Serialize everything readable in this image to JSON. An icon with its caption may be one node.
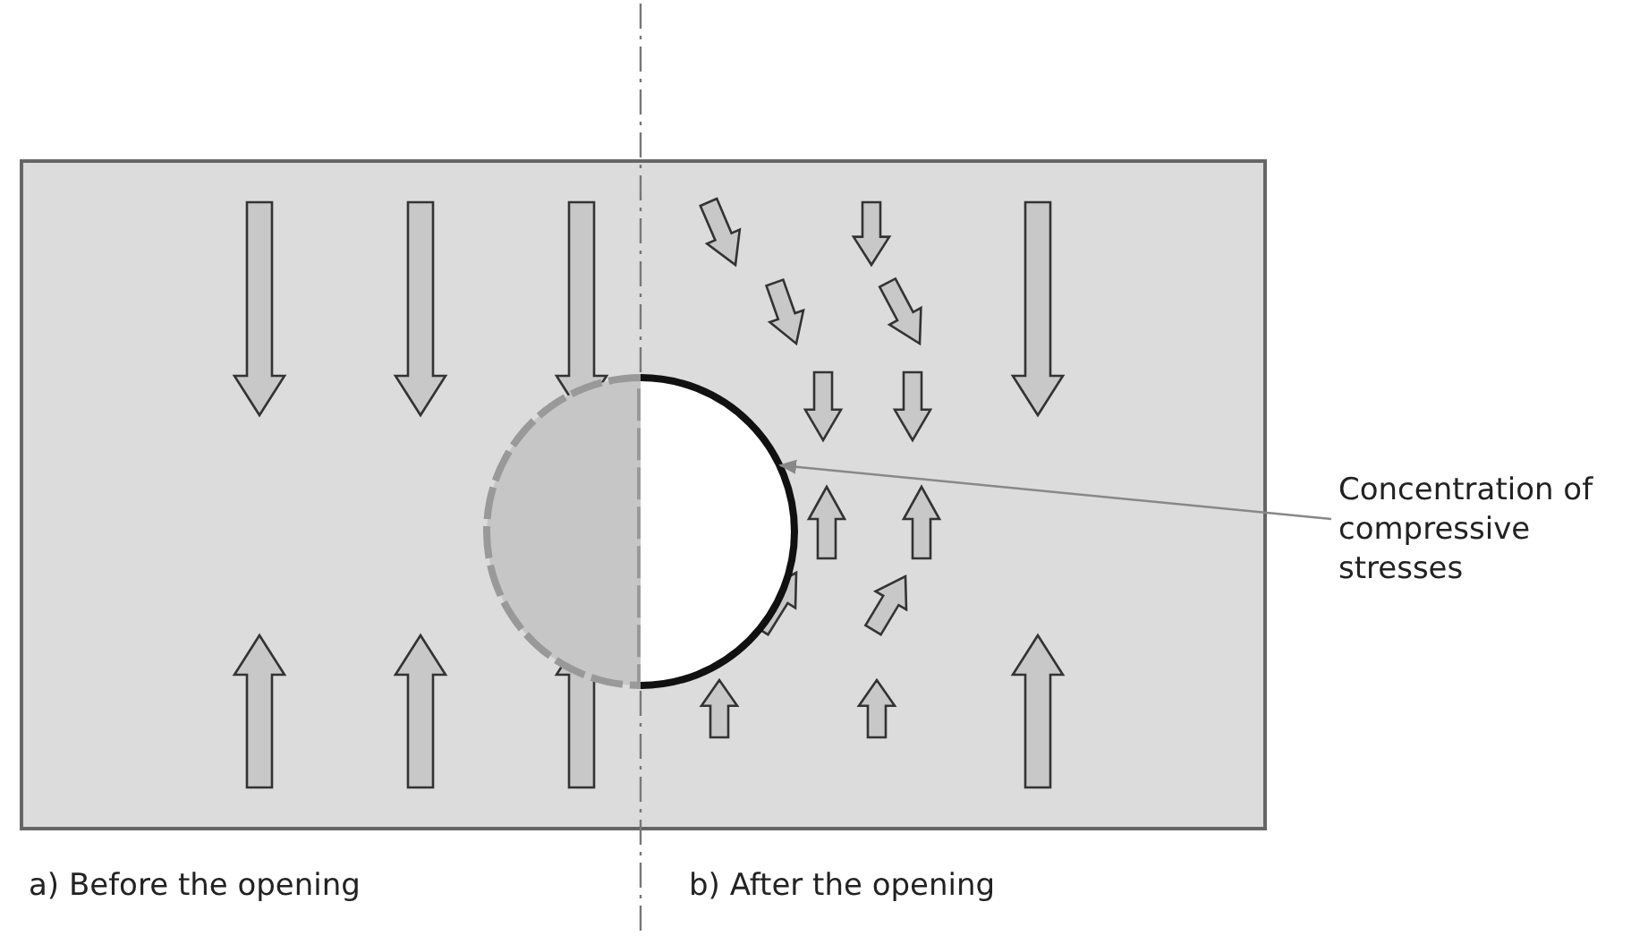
{
  "diagram": {
    "nodes": [
      {
        "text": [
          "Concentration of compressive stresses"
        ]
      },
      {
        "text": [],
        "shape": "circle"
      }
    ],
    "edges": [
      {
        "from": 0,
        "to": 1,
        "arrow": "to"
      }
    ],
    "labels": [
      "a) Before the opening",
      "b) After the opening"
    ]
  }
}
